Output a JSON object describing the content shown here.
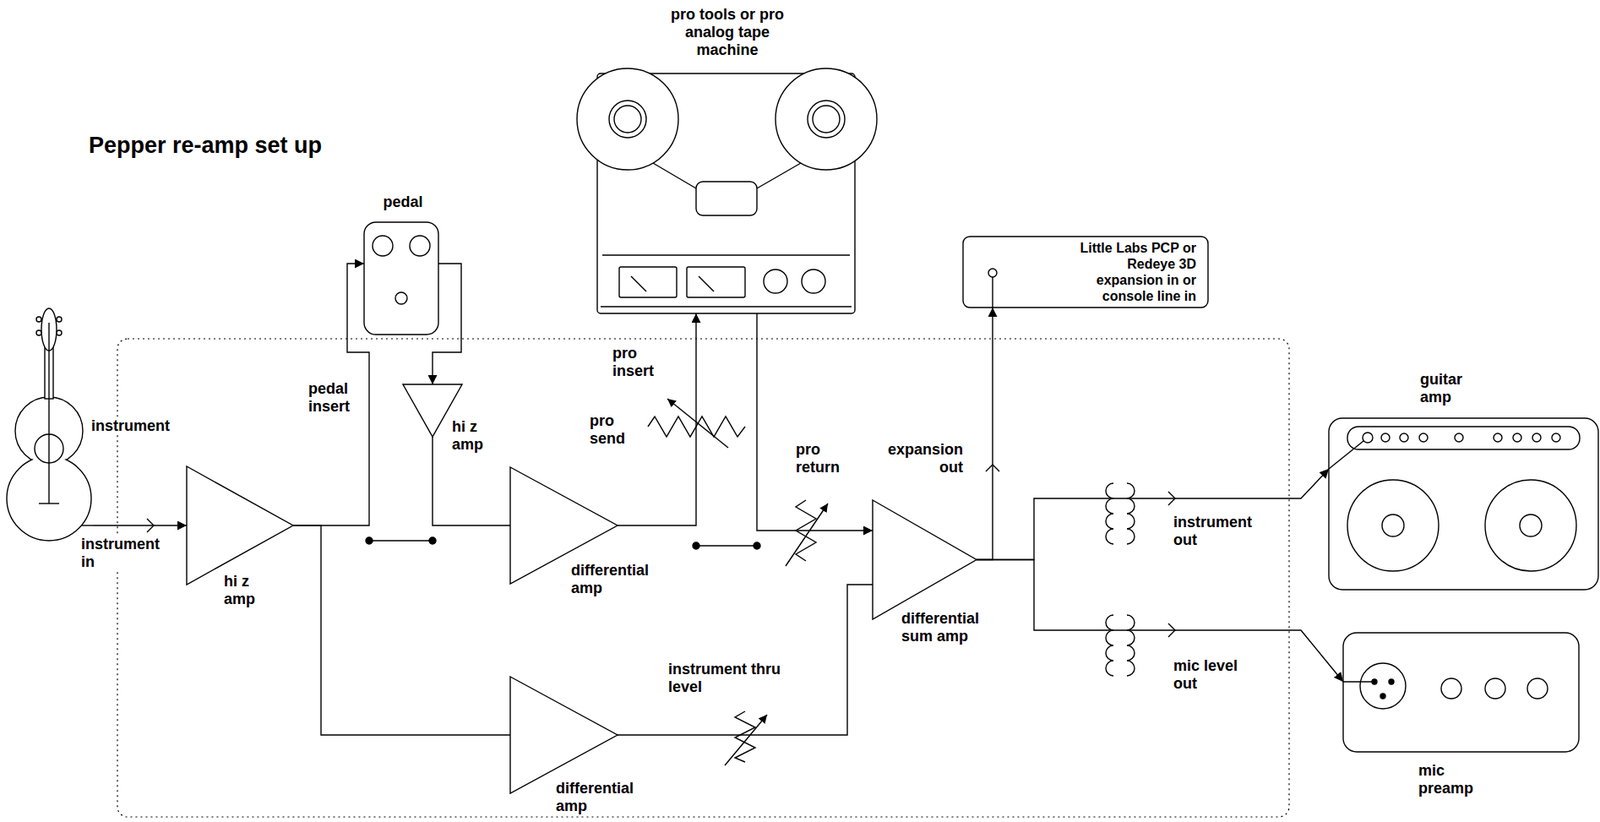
{
  "diagram": {
    "title": "Pepper re-amp set up",
    "nodes": [
      {
        "text": [
          "instrument"
        ]
      },
      {
        "text": [
          "hi z amp"
        ]
      },
      {
        "text": [
          "pedal"
        ]
      },
      {
        "text": [
          "hi z amp"
        ]
      },
      {
        "text": [
          "differential amp"
        ]
      },
      {
        "text": [
          "pro tools or pro analog tape machine"
        ]
      },
      {
        "text": [
          "differential amp"
        ]
      },
      {
        "text": [
          "differential sum amp"
        ]
      },
      {
        "text": [
          "Little Labs PCP or Redeye 3D expansion in or console line in"
        ]
      },
      {
        "text": [
          "guitar amp"
        ]
      },
      {
        "text": [
          "mic preamp"
        ]
      }
    ],
    "edges": [
      {
        "from": 0,
        "to": 1,
        "label": "instrument in",
        "arrow": "to"
      },
      {
        "from": 1,
        "to": 2,
        "label": "pedal insert",
        "arrow": "to"
      },
      {
        "from": 2,
        "to": 3,
        "arrow": "to"
      },
      {
        "from": 3,
        "to": 4,
        "arrow": "none"
      },
      {
        "from": 1,
        "to": 6,
        "arrow": "none"
      },
      {
        "from": 4,
        "to": 5,
        "label": "pro insert",
        "arrow": "to"
      },
      {
        "from": 5,
        "to": 7,
        "arrow": "to"
      },
      {
        "from": 6,
        "to": 7,
        "arrow": "none"
      },
      {
        "from": 7,
        "to": 8,
        "label": "expansion out",
        "arrow": "to"
      },
      {
        "from": 7,
        "to": 9,
        "label": "instrument out",
        "arrow": "to"
      },
      {
        "from": 7,
        "to": 10,
        "label": "mic level out",
        "arrow": "to"
      }
    ],
    "labels": [
      "pro send",
      "pro return",
      "instrument thru level"
    ]
  }
}
